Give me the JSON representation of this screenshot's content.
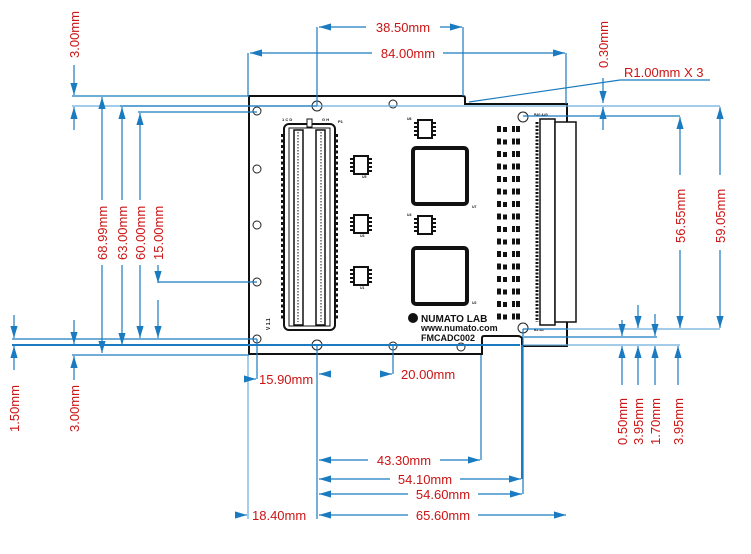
{
  "drawing": {
    "title": "FMCADC002 mechanical drawing",
    "colors": {
      "dimension_line": "#1a7bc0",
      "dimension_text": "#cc1414",
      "board_outline": "#111111"
    },
    "board_labels": {
      "brand": "NUMATO LAB",
      "url": "www.numato.com",
      "model": "FMCADC002",
      "version": "V 1.1",
      "connector_p1": "P1",
      "p1_pins_left": "1 C D",
      "p1_pins_right": "G H",
      "connector_p2_top": "B40 A40",
      "connector_p2_bottom": "B1 A1",
      "ic_u7": "U7",
      "ic_u2": "U2",
      "ic_u5": "U5",
      "ic_u6": "U6",
      "ic_u3": "U3",
      "ic_u1": "U1",
      "ic_u4": "U4"
    },
    "dimensions": {
      "top_38_50": "38.50mm",
      "top_84_00": "84.00mm",
      "top_left_3_00": "3.00mm",
      "top_right_0_30": "0.30mm",
      "radius_note": "R1.00mm X 3",
      "left_68_99": "68.99mm",
      "left_63_00": "63.00mm",
      "left_60_00": "60.00mm",
      "left_15_00": "15.00mm",
      "left_1_50": "1.50mm",
      "left_3_00": "3.00mm",
      "right_56_55": "56.55mm",
      "right_59_05": "59.05mm",
      "br_0_50": "0.50mm",
      "br_3_95_a": "3.95mm",
      "br_1_70": "1.70mm",
      "br_3_95_b": "3.95mm",
      "bottom_15_90": "15.90mm",
      "bottom_20_00": "20.00mm",
      "bottom_43_30": "43.30mm",
      "bottom_54_10": "54.10mm",
      "bottom_54_60": "54.60mm",
      "bottom_18_40": "18.40mm",
      "bottom_65_60": "65.60mm"
    }
  }
}
